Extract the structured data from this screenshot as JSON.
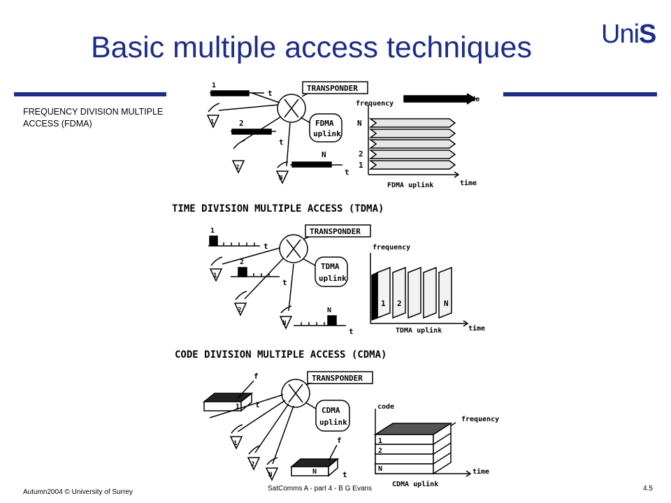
{
  "slide": {
    "title": "Basic multiple access techniques",
    "logo": {
      "prefix": "Uni",
      "suffix": "S"
    },
    "accent_color": "#1c2c8c"
  },
  "fdma": {
    "label_line1": "FREQUENCY DIVISION MULTIPLE",
    "label_line2": "ACCESS (FDMA)",
    "transponder": "TRANSPONDER",
    "uplink_line1": "FDMA",
    "uplink_line2": "uplink",
    "mode_label": "continuous mode",
    "axis_y": "frequency",
    "axis_x": "time",
    "caption": "FDMA uplink",
    "carrier_labels": [
      "N",
      "2",
      "1"
    ],
    "station_labels": [
      "1",
      "2",
      "N"
    ],
    "signal_labels": [
      "1",
      "2",
      "N"
    ],
    "t_label": "t"
  },
  "tdma": {
    "heading": "TIME DIVISION MULTIPLE ACCESS (TDMA)",
    "transponder": "TRANSPONDER",
    "uplink_line1": "TDMA",
    "uplink_line2": "uplink",
    "axis_y": "frequency",
    "axis_x": "time",
    "caption": "TDMA uplink",
    "slot_labels": [
      "1",
      "2",
      "N"
    ],
    "station_labels": [
      "1",
      "2",
      "N"
    ],
    "signal_labels": [
      "1",
      "2",
      "N"
    ],
    "t_label": "t"
  },
  "cdma": {
    "heading": "CODE DIVISION MULTIPLE ACCESS (CDMA)",
    "transponder": "TRANSPONDER",
    "uplink_line1": "CDMA",
    "uplink_line2": "uplink",
    "axis_y": "code",
    "axis_z": "frequency",
    "axis_x": "time",
    "caption": "CDMA uplink",
    "layer_labels": [
      "1",
      "2",
      "N"
    ],
    "station_labels": [
      "1",
      "2",
      "N"
    ],
    "signal_labels": [
      "1",
      "N"
    ],
    "f_label": "f",
    "t_label": "t"
  },
  "footer": {
    "left": "Autumn2004 © University of Surrey",
    "center": "SatComms A - part 4 - B G Evans",
    "right": "4.5"
  }
}
